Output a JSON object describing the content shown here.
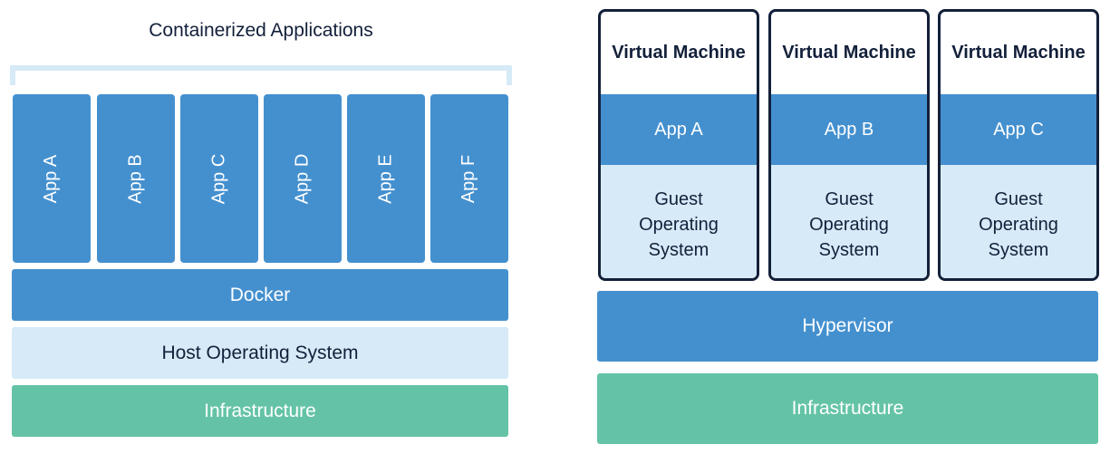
{
  "containers": {
    "title": "Containerized Applications",
    "apps": [
      "App A",
      "App B",
      "App C",
      "App D",
      "App E",
      "App F"
    ],
    "docker": "Docker",
    "host_os": "Host Operating System",
    "infrastructure": "Infrastructure"
  },
  "vms": {
    "machines": [
      {
        "title": "Virtual Machine",
        "app": "App A",
        "guest": [
          "Guest",
          "Operating",
          "System"
        ]
      },
      {
        "title": "Virtual Machine",
        "app": "App B",
        "guest": [
          "Guest",
          "Operating",
          "System"
        ]
      },
      {
        "title": "Virtual Machine",
        "app": "App C",
        "guest": [
          "Guest",
          "Operating",
          "System"
        ]
      }
    ],
    "hypervisor": "Hypervisor",
    "infrastructure": "Infrastructure"
  },
  "colors": {
    "blue": "#4490cf",
    "light_blue": "#d6eaf8",
    "green": "#64c3a6",
    "navy": "#13203a"
  }
}
